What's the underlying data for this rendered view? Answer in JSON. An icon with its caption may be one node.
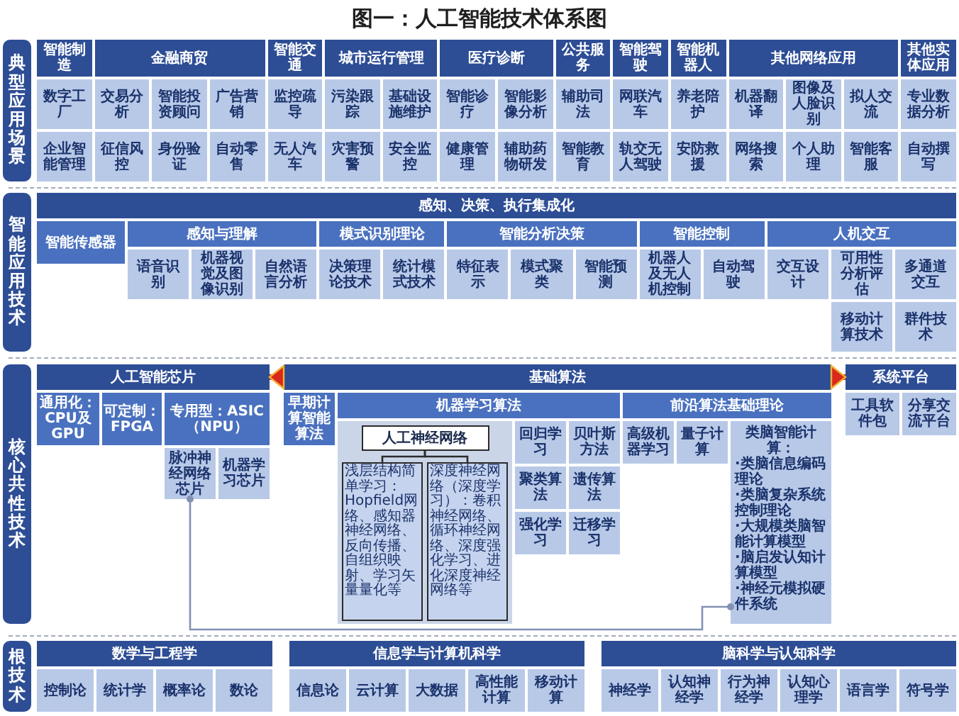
{
  "diagram": {
    "title": "图一：人工智能技术体系图",
    "nodes": [
      {
        "text": [
          "典型应用场景"
        ]
      },
      {
        "text": [
          "智能制造"
        ]
      },
      {
        "text": [
          "数字工厂"
        ]
      },
      {
        "text": [
          "企业智能管理"
        ]
      },
      {
        "text": [
          "金融商贸"
        ]
      },
      {
        "text": [
          "交易分析"
        ]
      },
      {
        "text": [
          "智能投资顾问"
        ]
      },
      {
        "text": [
          "广告营销"
        ]
      },
      {
        "text": [
          "征信风控"
        ]
      },
      {
        "text": [
          "身份验证"
        ]
      },
      {
        "text": [
          "自动零售"
        ]
      },
      {
        "text": [
          "智能交通"
        ]
      },
      {
        "text": [
          "监控疏导"
        ]
      },
      {
        "text": [
          "无人汽车"
        ]
      },
      {
        "text": [
          "城市运行管理"
        ]
      },
      {
        "text": [
          "污染跟踪"
        ]
      },
      {
        "text": [
          "基础设施维护"
        ]
      },
      {
        "text": [
          "灾害预警"
        ]
      },
      {
        "text": [
          "安全监控"
        ]
      },
      {
        "text": [
          "医疗诊断"
        ]
      },
      {
        "text": [
          "智能诊疗"
        ]
      },
      {
        "text": [
          "智能影像分析"
        ]
      },
      {
        "text": [
          "健康管理"
        ]
      },
      {
        "text": [
          "辅助药物研发"
        ]
      },
      {
        "text": [
          "公共服务"
        ]
      },
      {
        "text": [
          "辅助司法"
        ]
      },
      {
        "text": [
          "智能教育"
        ]
      },
      {
        "text": [
          "智能驾驶"
        ]
      },
      {
        "text": [
          "网联汽车"
        ]
      },
      {
        "text": [
          "轨交无人驾驶"
        ]
      },
      {
        "text": [
          "智能机器人"
        ]
      },
      {
        "text": [
          "养老陪护"
        ]
      },
      {
        "text": [
          "安防救援"
        ]
      },
      {
        "text": [
          "其他网络应用"
        ]
      },
      {
        "text": [
          "机器翻译"
        ]
      },
      {
        "text": [
          "图像及人脸识别"
        ]
      },
      {
        "text": [
          "拟人交流"
        ]
      },
      {
        "text": [
          "网络搜索"
        ]
      },
      {
        "text": [
          "个人助理"
        ]
      },
      {
        "text": [
          "智能客服"
        ]
      },
      {
        "text": [
          "其他实体应用"
        ]
      },
      {
        "text": [
          "专业数据分析"
        ]
      },
      {
        "text": [
          "自动撰写"
        ]
      },
      {
        "text": [
          "智能应用技术"
        ]
      },
      {
        "text": [
          "感知、决策、执行集成化"
        ]
      },
      {
        "text": [
          "智能传感器"
        ]
      },
      {
        "text": [
          "感知与理解"
        ]
      },
      {
        "text": [
          "语音识别"
        ]
      },
      {
        "text": [
          "机器视觉及图像识别"
        ]
      },
      {
        "text": [
          "自然语言分析"
        ]
      },
      {
        "text": [
          "模式识别理论"
        ]
      },
      {
        "text": [
          "决策理论技术"
        ]
      },
      {
        "text": [
          "统计模式技术"
        ]
      },
      {
        "text": [
          "智能分析决策"
        ]
      },
      {
        "text": [
          "特征表示"
        ]
      },
      {
        "text": [
          "模式聚类"
        ]
      },
      {
        "text": [
          "智能预测"
        ]
      },
      {
        "text": [
          "智能控制"
        ]
      },
      {
        "text": [
          "机器人及无人机控制"
        ]
      },
      {
        "text": [
          "自动驾驶"
        ]
      },
      {
        "text": [
          "人机交互"
        ]
      },
      {
        "text": [
          "交互设计"
        ]
      },
      {
        "text": [
          "可用性分析评估"
        ]
      },
      {
        "text": [
          "多通道交互"
        ]
      },
      {
        "text": [
          "移动计算技术"
        ]
      },
      {
        "text": [
          "群件技术"
        ]
      },
      {
        "text": [
          "核心共性技术"
        ]
      },
      {
        "text": [
          "人工智能芯片"
        ]
      },
      {
        "text": [
          "通用化：CPU及GPU"
        ]
      },
      {
        "text": [
          "可定制：FPGA"
        ]
      },
      {
        "text": [
          "专用型：ASIC（NPU）"
        ]
      },
      {
        "text": [
          "脉冲神经网络芯片"
        ]
      },
      {
        "text": [
          "机器学习芯片"
        ]
      },
      {
        "text": [
          "基础算法"
        ]
      },
      {
        "text": [
          "早期计算智能算法"
        ]
      },
      {
        "text": [
          "机器学习算法"
        ]
      },
      {
        "text": [],
        "shape": "box"
      },
      {
        "text": [
          "人工神经网络"
        ],
        "in": 76
      },
      {
        "text": [
          "浅层结构简单学习：Hopfield网络、感知器神经网络、反向传播、自组织映射、学习矢量量化等"
        ],
        "in": 76
      },
      {
        "text": [
          "深度神经网络（深度学习）：卷积神经网络、循环神经网络、深度强化学习、进化深度神经网络等"
        ],
        "in": 76
      },
      {
        "text": [
          "回归学习"
        ]
      },
      {
        "text": [
          "贝叶斯方法"
        ]
      },
      {
        "text": [
          "聚类算法"
        ]
      },
      {
        "text": [
          "遗传算法"
        ]
      },
      {
        "text": [
          "强化学习"
        ]
      },
      {
        "text": [
          "迁移学习"
        ]
      },
      {
        "text": [
          "前沿算法基础理论"
        ]
      },
      {
        "text": [
          "高级机器学习"
        ]
      },
      {
        "text": [
          "量子计算"
        ]
      },
      {
        "text": [
          "类脑智能计算：",
          "·类脑信息编码理论",
          "·类脑复杂系统控制理论",
          "·大规模类脑智能计算模型",
          "·脑启发认知计算模型",
          "·神经元模拟硬件系统"
        ]
      },
      {
        "text": [
          "系统平台"
        ]
      },
      {
        "text": [
          "工具软件包"
        ]
      },
      {
        "text": [
          "分享交流平台"
        ]
      },
      {
        "text": [
          "根技术"
        ]
      },
      {
        "text": [
          "数学与工程学"
        ]
      },
      {
        "text": [
          "控制论"
        ]
      },
      {
        "text": [
          "统计学"
        ]
      },
      {
        "text": [
          "概率论"
        ]
      },
      {
        "text": [
          "数论"
        ]
      },
      {
        "text": [
          "信息学与计算机科学"
        ]
      },
      {
        "text": [
          "信息论"
        ]
      },
      {
        "text": [
          "云计算"
        ]
      },
      {
        "text": [
          "大数据"
        ]
      },
      {
        "text": [
          "高性能计算"
        ]
      },
      {
        "text": [
          "移动计算"
        ]
      },
      {
        "text": [
          "脑科学与认知科学"
        ]
      },
      {
        "text": [
          "神经学"
        ]
      },
      {
        "text": [
          "认知神经学"
        ]
      },
      {
        "text": [
          "行为神经学"
        ]
      },
      {
        "text": [
          "认知心理学"
        ]
      },
      {
        "text": [
          "语言学"
        ]
      },
      {
        "text": [
          "符号学"
        ]
      }
    ],
    "edges": [
      {
        "from": 73,
        "to": 67,
        "arrow": "to",
        "style": "thick",
        "color": "#d9281c"
      },
      {
        "from": 73,
        "to": 90,
        "arrow": "to",
        "style": "thick",
        "color": "#d9281c"
      },
      {
        "from": 77,
        "to": 78,
        "arrow": "none",
        "color": "#2b2b2b"
      },
      {
        "from": 77,
        "to": 79,
        "arrow": "none",
        "color": "#2b2b2b"
      },
      {
        "from": 71,
        "to": 89,
        "arrow": "other",
        "color": "#8391b5"
      }
    ]
  }
}
